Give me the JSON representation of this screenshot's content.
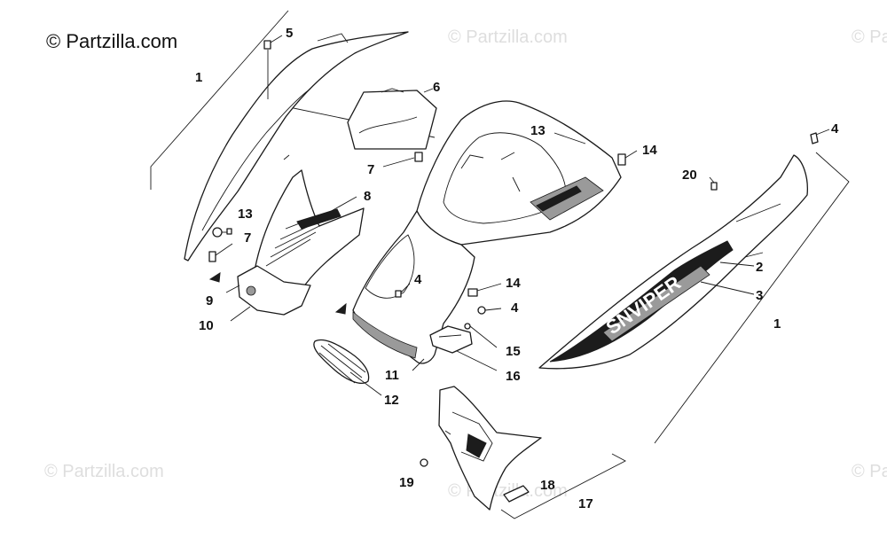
{
  "copyright": "© Partzilla.com",
  "watermark": "© Partzilla.com",
  "hood_logo": "SNVIPER",
  "callouts": {
    "c1a": "1",
    "c1b": "1",
    "c2": "2",
    "c3": "3",
    "c4a": "4",
    "c4b": "4",
    "c4c": "4",
    "c5": "5",
    "c6": "6",
    "c7a": "7",
    "c7b": "7",
    "c8": "8",
    "c9": "9",
    "c10": "10",
    "c11": "11",
    "c12": "12",
    "c13a": "13",
    "c13b": "13",
    "c14a": "14",
    "c14b": "14",
    "c15": "15",
    "c16": "16",
    "c17": "17",
    "c18": "18",
    "c19": "19",
    "c20": "20"
  }
}
